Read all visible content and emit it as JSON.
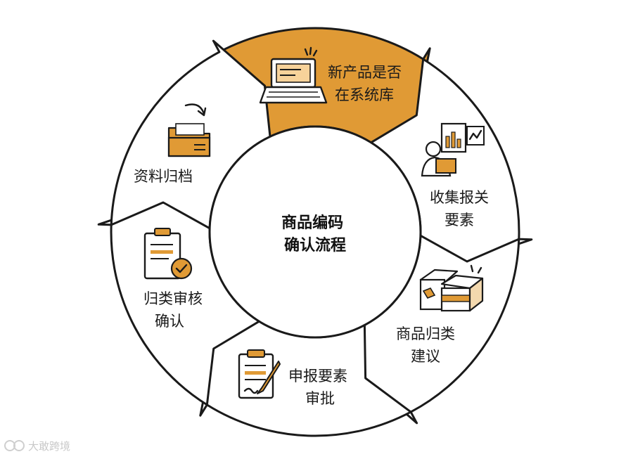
{
  "center_title": [
    "商品编码",
    "确认流程"
  ],
  "steps": [
    {
      "label": [
        "新产品是否",
        "在系统库"
      ],
      "icon": "laptop-icon",
      "highlight": true
    },
    {
      "label": [
        "收集报关",
        "要素"
      ],
      "icon": "person-with-report-icon",
      "highlight": false
    },
    {
      "label": [
        "商品归类",
        "建议"
      ],
      "icon": "box-with-tag-icon",
      "highlight": false
    },
    {
      "label": [
        "申报要素",
        "审批"
      ],
      "icon": "clipboard-pen-icon",
      "highlight": false
    },
    {
      "label": [
        "归类审核",
        "确认"
      ],
      "icon": "clipboard-check-icon",
      "highlight": false
    },
    {
      "label": [
        "资料归档"
      ],
      "icon": "folder-icon",
      "highlight": false
    }
  ],
  "colors": {
    "accent": "#e09a35",
    "outline": "#1a1a1a",
    "background": "#ffffff"
  },
  "watermark": "大敢跨境"
}
